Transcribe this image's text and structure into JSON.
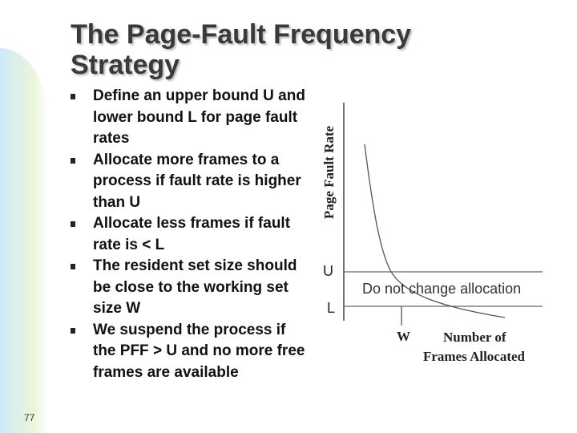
{
  "slide": {
    "title_line1": "The Page-Fault Frequency",
    "title_line2": "Strategy",
    "page_number": "77"
  },
  "bullets": [
    "Define an upper bound U and lower bound L for page fault rates",
    "Allocate more frames to a process if  fault rate is higher than U",
    "Allocate less frames if fault rate is < L",
    "The resident set size should be close to the working set size W",
    "We suspend the process if the PFF > U and no more free frames are available"
  ],
  "figure": {
    "y_axis_label": "Page Fault Rate",
    "upper_label": "U",
    "lower_label": "L",
    "band_label": "Do not change allocation",
    "w_label": "W",
    "x_label_line1": "Number of",
    "x_label_line2": "Frames Allocated",
    "line_color": "#444444"
  }
}
